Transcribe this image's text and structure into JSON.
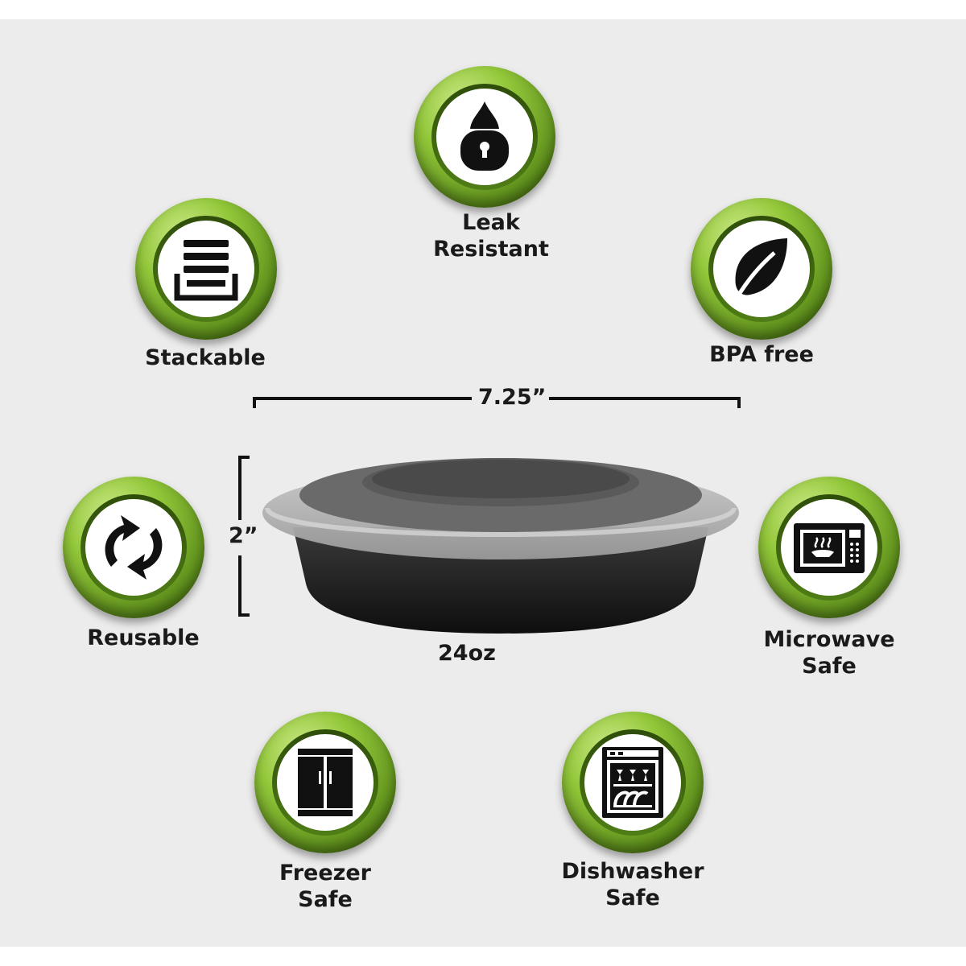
{
  "features": {
    "leak": {
      "line1": "Leak",
      "line2": "Resistant"
    },
    "stackable": {
      "line1": "Stackable"
    },
    "bpa": {
      "line1": "BPA free"
    },
    "reusable": {
      "line1": "Reusable"
    },
    "microwave": {
      "line1": "Microwave",
      "line2": "Safe"
    },
    "freezer": {
      "line1": "Freezer",
      "line2": "Safe"
    },
    "dishwasher": {
      "line1": "Dishwasher",
      "line2": "Safe"
    }
  },
  "dimensions": {
    "width": "7.25”",
    "height": "2”",
    "capacity": "24oz"
  },
  "colors": {
    "badge_green": "#93c83a",
    "badge_dark": "#3d6510",
    "background": "#ececec"
  },
  "icons": [
    "lock-drop-icon",
    "stack-icon",
    "leaf-icon",
    "recycle-arrows-icon",
    "microwave-icon",
    "freezer-icon",
    "dishwasher-icon"
  ]
}
